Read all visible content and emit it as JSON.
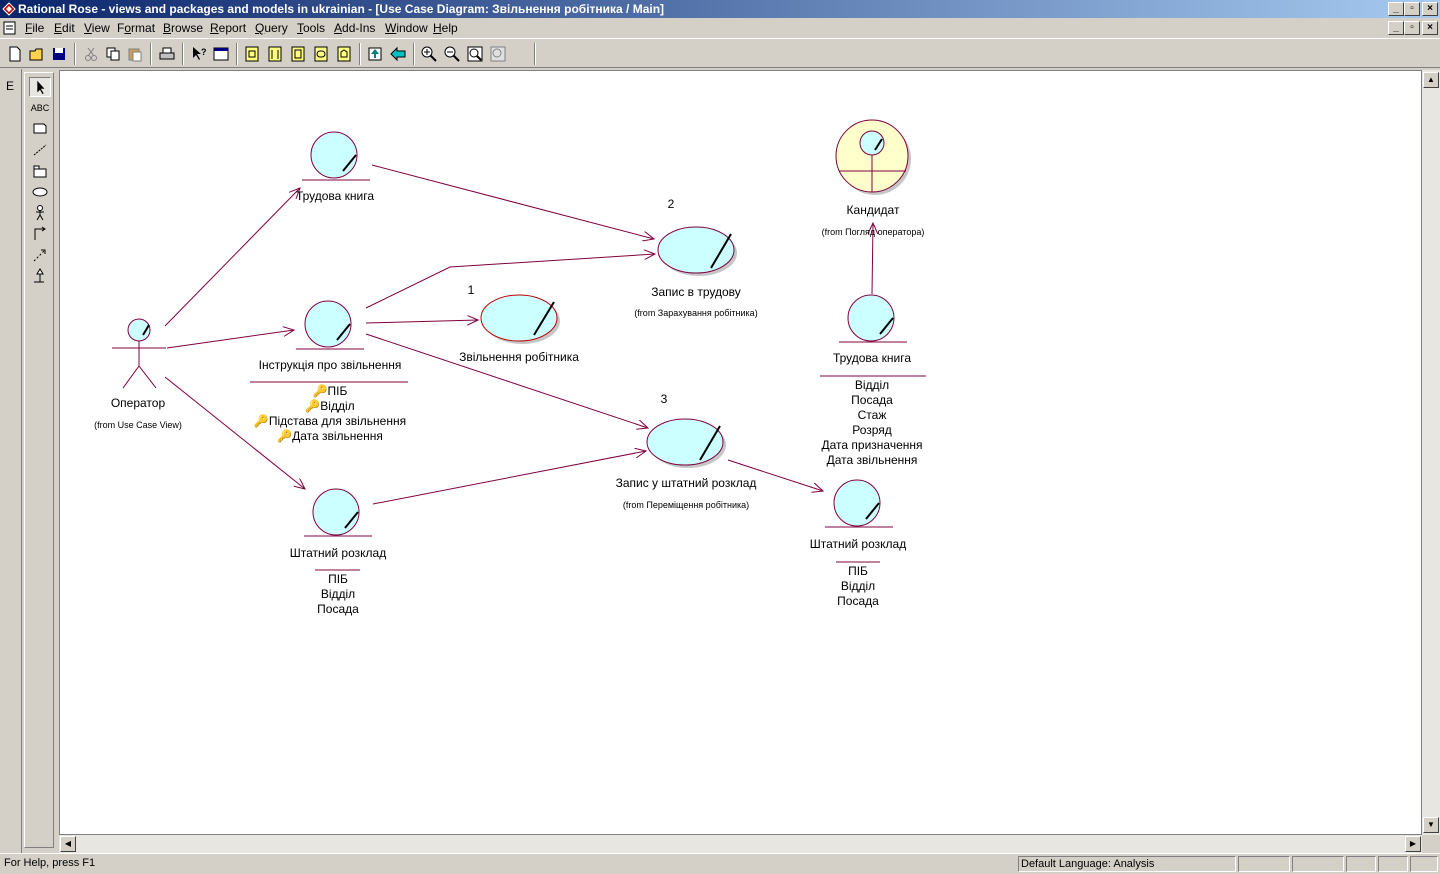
{
  "window": {
    "title": "Rational Rose - views and packages and models in ukrainian - [Use Case Diagram: Звільнення робітника / Main]"
  },
  "menu": {
    "items": [
      {
        "label": "File",
        "accel": "F"
      },
      {
        "label": "Edit",
        "accel": "E"
      },
      {
        "label": "View",
        "accel": "V"
      },
      {
        "label": "Format",
        "accel": "o"
      },
      {
        "label": "Browse",
        "accel": "B"
      },
      {
        "label": "Report",
        "accel": "R"
      },
      {
        "label": "Query",
        "accel": "Q"
      },
      {
        "label": "Tools",
        "accel": "T"
      },
      {
        "label": "Add-Ins",
        "accel": "A"
      },
      {
        "label": "Window",
        "accel": "W"
      },
      {
        "label": "Help",
        "accel": "H"
      }
    ]
  },
  "left_strip": {
    "label": "E"
  },
  "palette": {
    "text_tool_label": "ABC"
  },
  "diagram": {
    "elements": {
      "trudova_knyha_left": {
        "name": "Трудова книга"
      },
      "instruktsiia": {
        "name": "Інструкція про звільнення",
        "attributes": [
          "ПІБ",
          "Відділ",
          "Підстава для звільнення",
          "Дата звільнення"
        ]
      },
      "shtatnyi_left": {
        "name": "Штатний розклад",
        "attributes": [
          "ПІБ",
          "Відділ",
          "Посада"
        ]
      },
      "operator": {
        "name": "Оператор",
        "from": "(from Use Case View)"
      },
      "zapys_trudovu": {
        "name": "Запис в трудову",
        "from": "(from Зарахування робітника)",
        "number": "2"
      },
      "zvilnennia": {
        "name": "Звільнення робітника",
        "number": "1"
      },
      "zapys_shtatnyi": {
        "name": "Запис у штатний розклад",
        "from": "(from Переміщення робітника)",
        "number": "3"
      },
      "kandydat": {
        "name": "Кандидат",
        "from": "(from Погляд оператора)"
      },
      "trudova_knyha_right": {
        "name": "Трудова книга",
        "attributes": [
          "Відділ",
          "Посада",
          "Стаж",
          "Розряд",
          "Дата призначення",
          "Дата звільнення"
        ]
      },
      "shtatnyi_right": {
        "name": "Штатний розклад",
        "attributes": [
          "ПІБ",
          "Відділ",
          "Посада"
        ]
      }
    }
  },
  "status": {
    "help": "For Help, press F1",
    "language": "Default Language: Analysis"
  },
  "colors": {
    "entity_fill": "#ccffff",
    "actor_fill": "#ffffcc",
    "line_color": "#800040",
    "titlebar_start": "#0a246a",
    "titlebar_end": "#a6caf0"
  }
}
